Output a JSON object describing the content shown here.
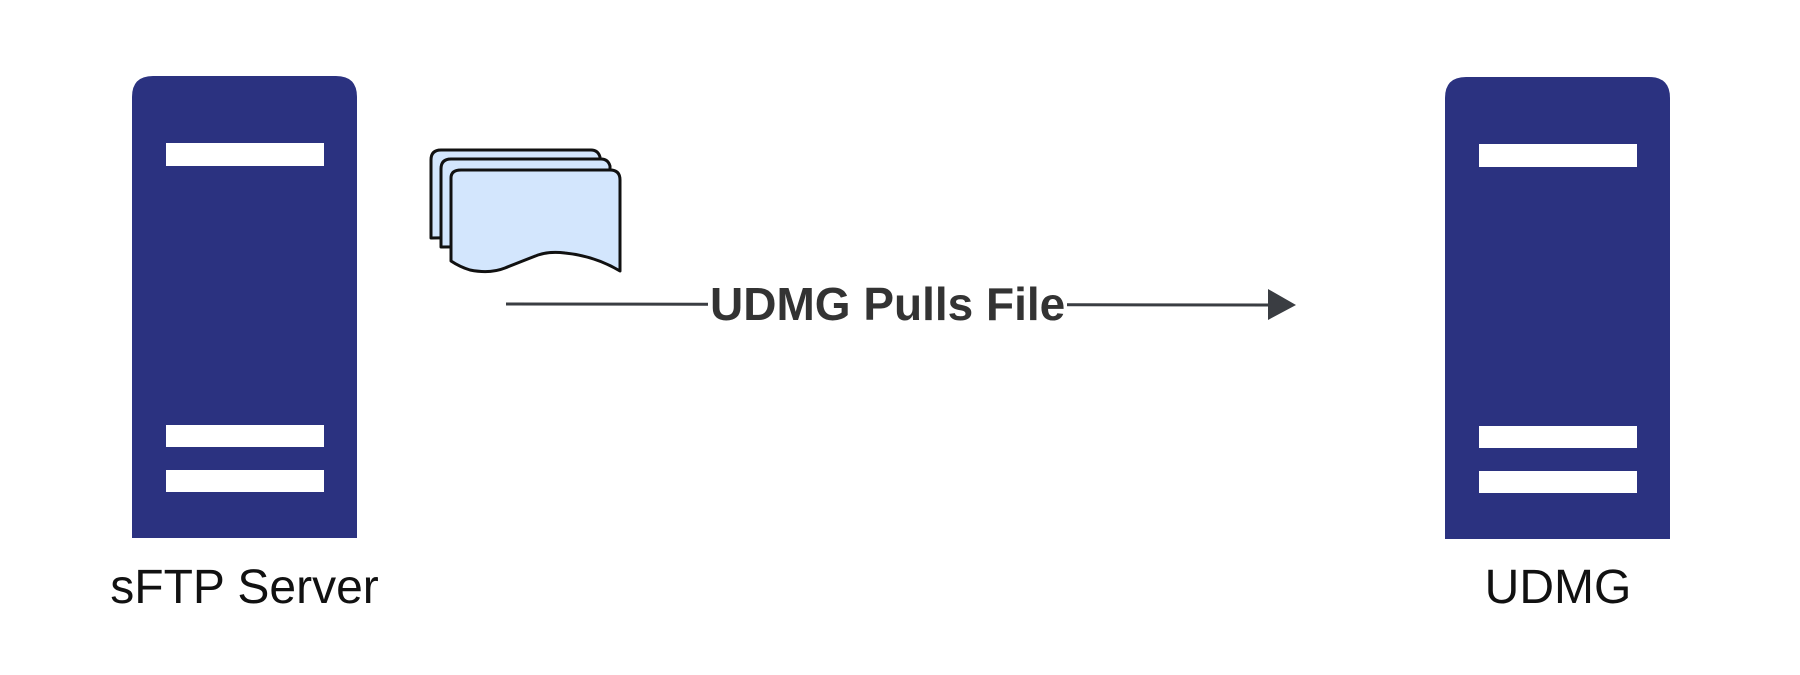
{
  "nodes": {
    "source_server": {
      "label": "sFTP Server",
      "icon": "server-icon"
    },
    "target_server": {
      "label": "UDMG",
      "icon": "server-icon"
    },
    "files": {
      "icon": "file-stack-icon"
    }
  },
  "edge": {
    "label": "UDMG Pulls File"
  },
  "colors": {
    "server": "#2b3280",
    "server_slot": "#ffffff",
    "file_fill": "#d3e6fd",
    "file_stroke": "#111111",
    "arrow": "#3a3d42",
    "text": "#111111",
    "edge_text": "#333333"
  }
}
